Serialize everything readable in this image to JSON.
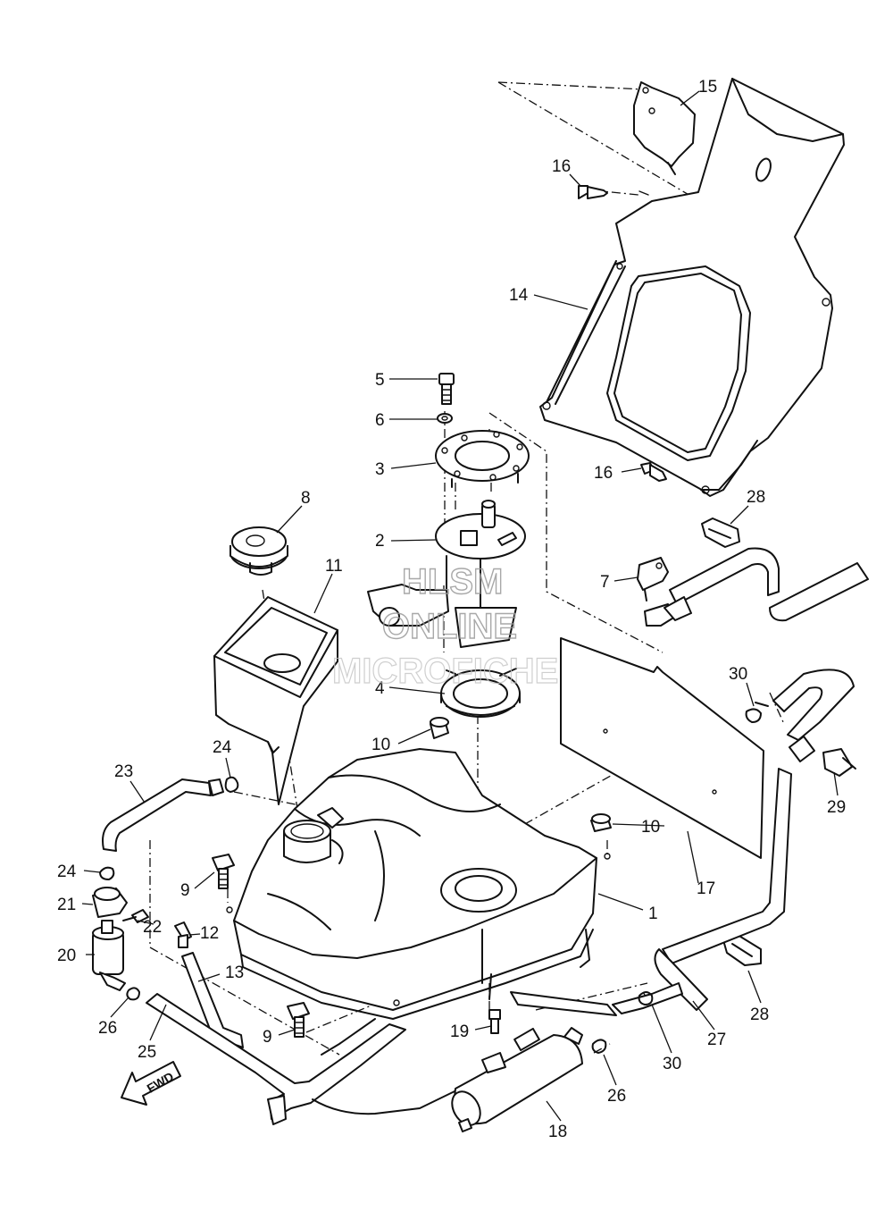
{
  "watermark": {
    "line1": "HLSM",
    "line2": "ONLINE",
    "line3": "MICROFICHE"
  },
  "direction_marker": "FWD",
  "callouts": [
    {
      "id": "c15",
      "label": "15"
    },
    {
      "id": "c16a",
      "label": "16"
    },
    {
      "id": "c14",
      "label": "14"
    },
    {
      "id": "c5",
      "label": "5"
    },
    {
      "id": "c6",
      "label": "6"
    },
    {
      "id": "c3",
      "label": "3"
    },
    {
      "id": "c16b",
      "label": "16"
    },
    {
      "id": "c28a",
      "label": "28"
    },
    {
      "id": "c8",
      "label": "8"
    },
    {
      "id": "c2",
      "label": "2"
    },
    {
      "id": "c11",
      "label": "11"
    },
    {
      "id": "c7",
      "label": "7"
    },
    {
      "id": "c4",
      "label": "4"
    },
    {
      "id": "c30a",
      "label": "30"
    },
    {
      "id": "c10a",
      "label": "10"
    },
    {
      "id": "c24a",
      "label": "24"
    },
    {
      "id": "c23",
      "label": "23"
    },
    {
      "id": "c29",
      "label": "29"
    },
    {
      "id": "c10b",
      "label": "10"
    },
    {
      "id": "c24b",
      "label": "24"
    },
    {
      "id": "c9a",
      "label": "9"
    },
    {
      "id": "c17",
      "label": "17"
    },
    {
      "id": "c21",
      "label": "21"
    },
    {
      "id": "c22",
      "label": "22"
    },
    {
      "id": "c1",
      "label": "1"
    },
    {
      "id": "c12",
      "label": "12"
    },
    {
      "id": "c20",
      "label": "20"
    },
    {
      "id": "c13",
      "label": "13"
    },
    {
      "id": "c28b",
      "label": "28"
    },
    {
      "id": "c26a",
      "label": "26"
    },
    {
      "id": "c9b",
      "label": "9"
    },
    {
      "id": "c19",
      "label": "19"
    },
    {
      "id": "c27",
      "label": "27"
    },
    {
      "id": "c25",
      "label": "25"
    },
    {
      "id": "c30b",
      "label": "30"
    },
    {
      "id": "c26b",
      "label": "26"
    },
    {
      "id": "c18",
      "label": "18"
    }
  ]
}
